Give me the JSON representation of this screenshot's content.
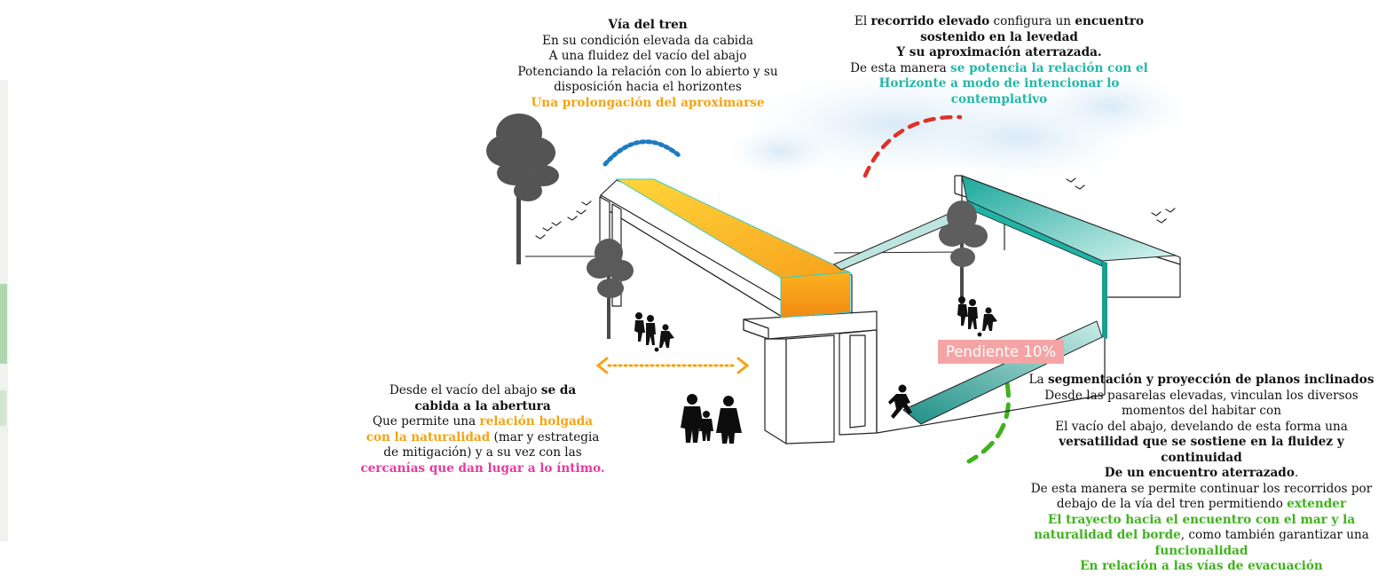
{
  "badge": {
    "slope_label": "Pendiente 10%"
  },
  "text_blocks": {
    "train": {
      "l1": "Vía del tren",
      "l2": "En su condición elevada da cabida",
      "l3": "A una fluidez del vacío del abajo",
      "l4": "Potenciando la relación con lo abierto y su",
      "l5": "disposición hacia el horizontes",
      "l6": "Una prolongación del aproximarse"
    },
    "elevated": {
      "l1a": "El ",
      "l1b": "recorrido elevado",
      "l1c": " configura un ",
      "l1d": "encuentro",
      "l2": "sostenido en la levedad",
      "l3": "Y su aproximación aterrazada.",
      "l4a": "De esta manera ",
      "l4b": "se potencia la relación con el",
      "l5": "Horizonte a modo de intencionar lo",
      "l6": "contemplativo"
    },
    "void": {
      "l1a": "Desde el vacío del abajo ",
      "l1b": "se da",
      "l2": "cabida a la abertura",
      "l3a": "Que permite una ",
      "l3b": "relación holgada",
      "l4a": "con la naturalidad",
      "l4b": " (mar y estrategia",
      "l5": "de mitigación) y a su vez con las",
      "l6": "cercanías que dan lugar a lo íntimo."
    },
    "segment": {
      "l1a": "La ",
      "l1b": "segmentación y  proyección de planos inclinados",
      "l2": "Desde las pasarelas elevadas, vinculan los diversos",
      "l3": "momentos del habitar con",
      "l4": "El vacío del abajo, develando de esta forma una",
      "l5": "versatilidad que se sostiene en la fluidez y",
      "l6": "continuidad",
      "l7a": "De un encuentro aterrazado",
      "l7b": ".",
      "l8": "De esta manera se permite continuar los recorridos por",
      "l9a": "debajo de la vía del tren permitiendo ",
      "l9b": "extender",
      "l10": "El trayecto hacia el encuentro con el mar y la",
      "l11a": "naturalidad del borde",
      "l11b": ", como también garantizar una",
      "l12": "funcionalidad",
      "l13": "En relación a las vías de evacuación"
    }
  },
  "colors": {
    "orange": "#f5a313",
    "turquoise": "#21b8a8",
    "pink": "#e63aa1",
    "green": "#3fb21c",
    "blue_arc": "#1f7bc0",
    "red_arc": "#e0302a",
    "badge": "#f4a4a4"
  }
}
